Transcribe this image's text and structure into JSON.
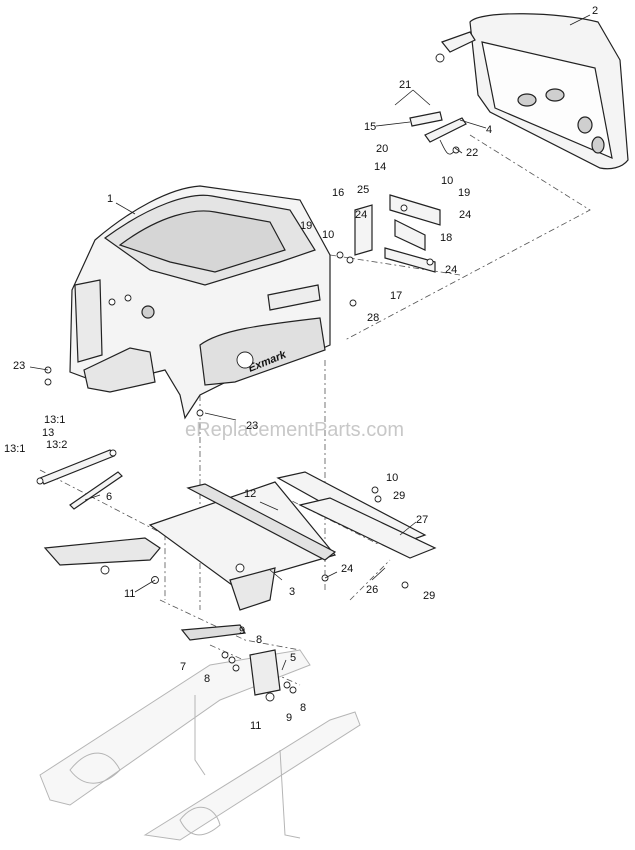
{
  "watermark": "eReplacementParts.com",
  "brand_logo": "Exmark",
  "callouts": [
    "1",
    "2",
    "3",
    "4",
    "5",
    "6",
    "7",
    "8",
    "9",
    "10",
    "11",
    "12",
    "13",
    "13:1",
    "13:2",
    "14",
    "15",
    "16",
    "17",
    "18",
    "19",
    "20",
    "21",
    "22",
    "23",
    "24",
    "25",
    "26",
    "27",
    "28",
    "29"
  ]
}
